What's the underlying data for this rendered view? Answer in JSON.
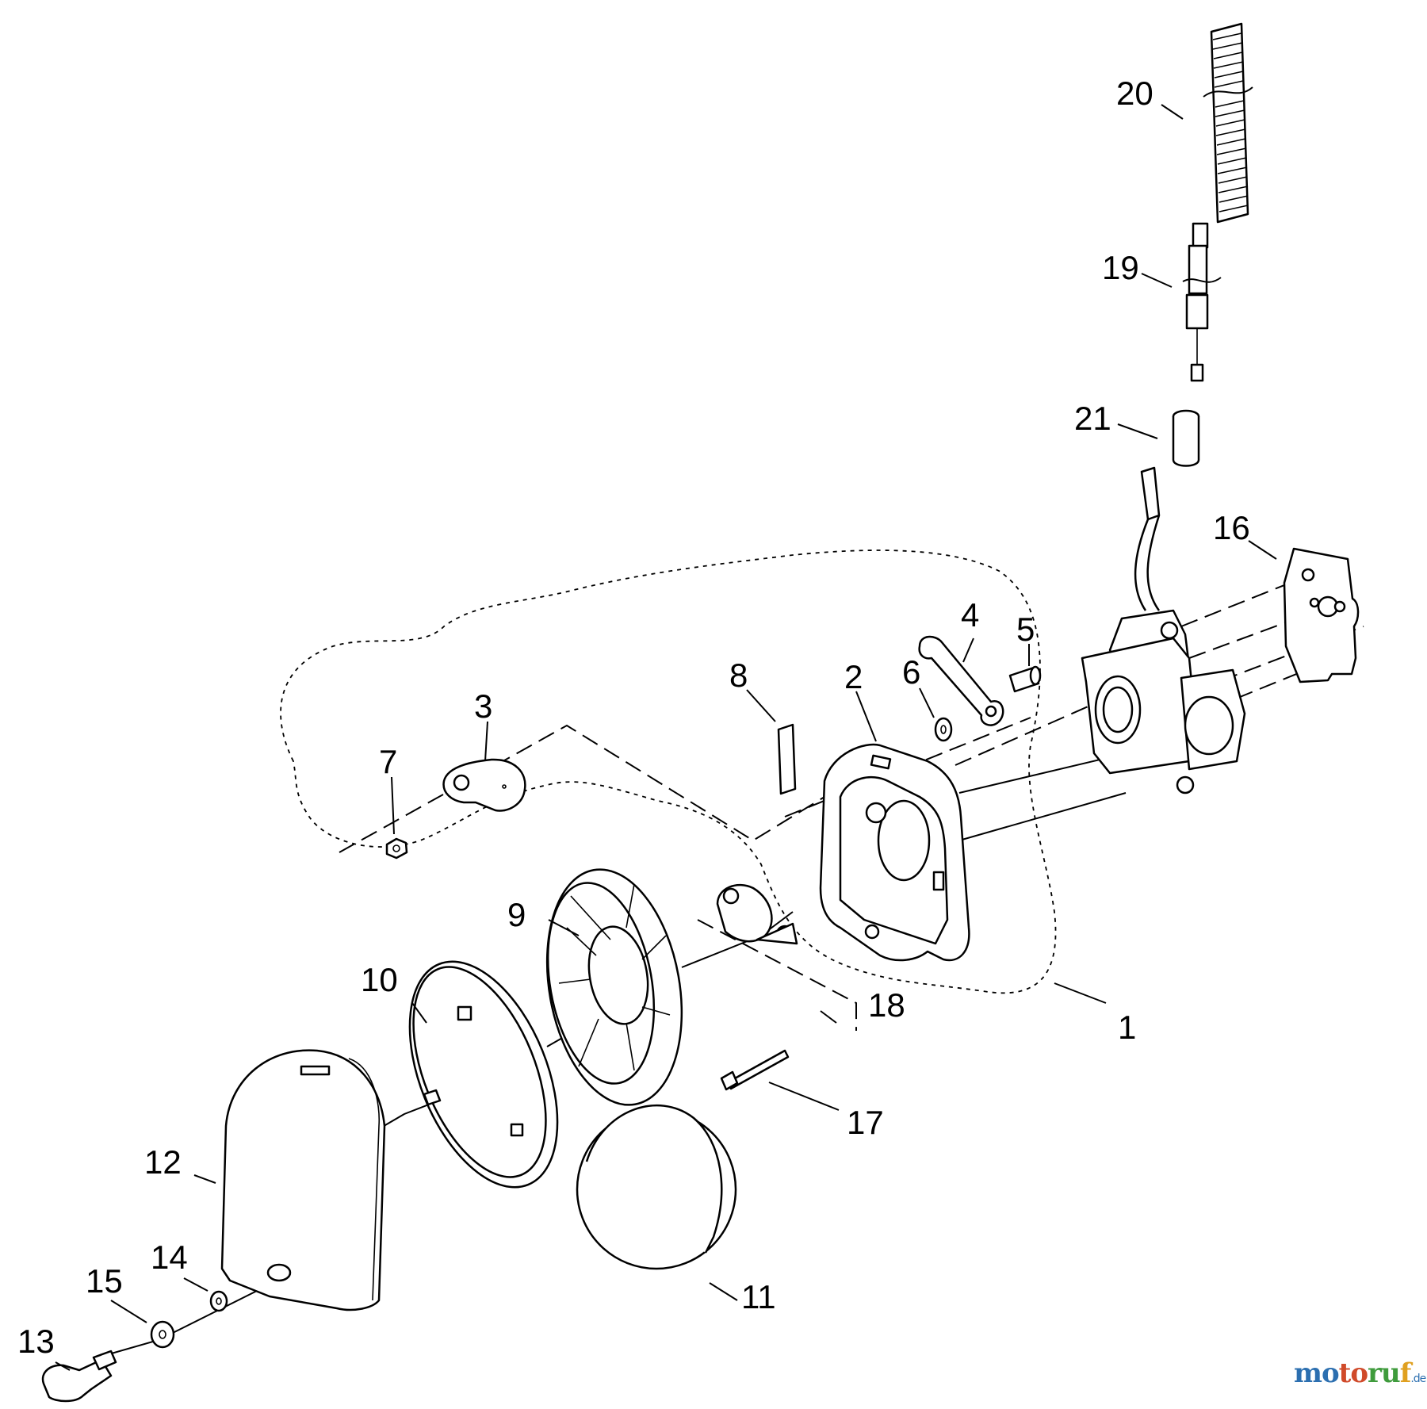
{
  "callouts": {
    "c1": "1",
    "c2": "2",
    "c3": "3",
    "c4": "4",
    "c5": "5",
    "c6": "6",
    "c7": "7",
    "c8": "8",
    "c9": "9",
    "c10": "10",
    "c11": "11",
    "c12": "12",
    "c13": "13",
    "c14": "14",
    "c15": "15",
    "c16": "16",
    "c17": "17",
    "c18": "18",
    "c19": "19",
    "c20": "20",
    "c21": "21"
  },
  "watermark": {
    "part1": "mo",
    "part2": "to",
    "part3": "ru",
    "part4": "f",
    "suffix": ".de"
  }
}
